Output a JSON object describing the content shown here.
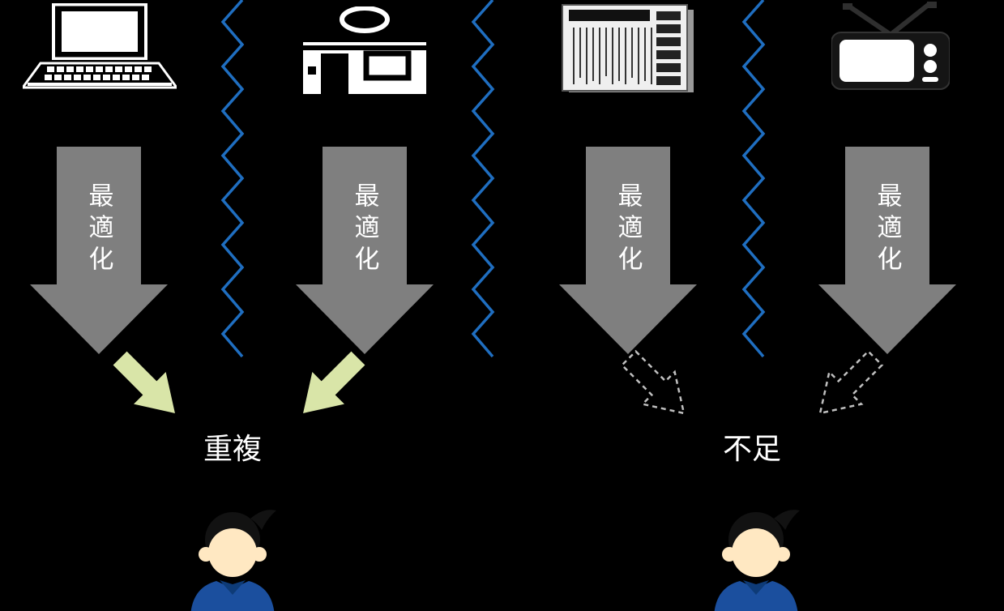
{
  "diagram": {
    "channels": [
      {
        "icon": "laptop-icon",
        "optimize_label": "最適化"
      },
      {
        "icon": "storefront-icon",
        "optimize_label": "最適化"
      },
      {
        "icon": "newspaper-icon",
        "optimize_label": "最適化"
      },
      {
        "icon": "tv-icon",
        "optimize_label": "最適化"
      }
    ],
    "outcomes": [
      {
        "id": "overlap",
        "label": "重複"
      },
      {
        "id": "shortage",
        "label": "不足"
      }
    ]
  },
  "colors": {
    "background": "#000000",
    "zigzag_blue": "#1F6EC0",
    "optimize_arrow_gray": "#7F7F7F",
    "arrow_text_white": "#FFFFFF",
    "overlap_arrow_green": "#D9E5A8",
    "shortage_arrow_dashed": "#BFBFBF",
    "person_skin": "#FFE8C2",
    "person_hair": "#121212",
    "person_body_blue": "#1B4F9E"
  }
}
